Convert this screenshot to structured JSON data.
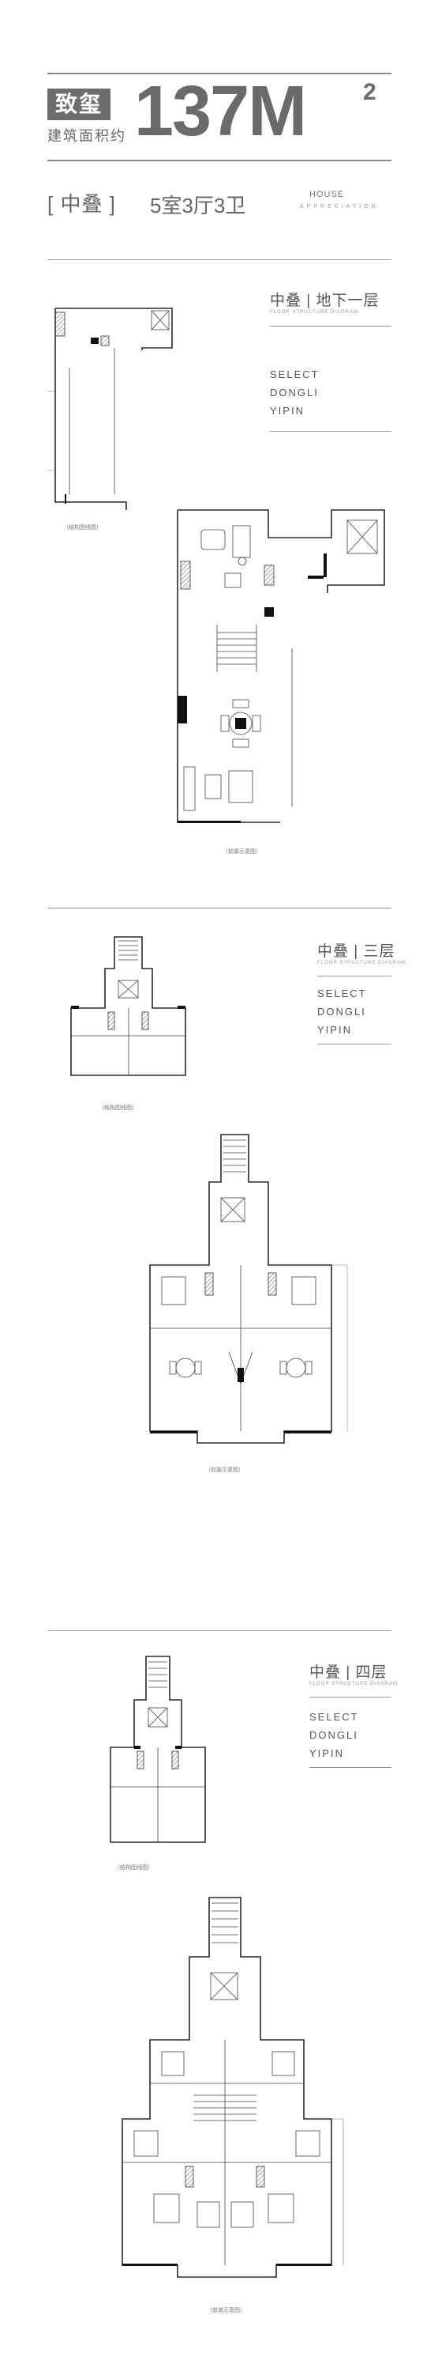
{
  "header": {
    "tag": "致玺",
    "area_label": "建筑面积约",
    "area_value": "137M",
    "area_unit_sup": "2",
    "type_label": "[ 中叠 ]",
    "type_rooms": "5室3厅3卫",
    "house_title": "HOUSE",
    "house_sub": "APPRECIATION"
  },
  "sections": [
    {
      "title": "中叠 | 地下一层",
      "subtitle": "FLOOR STRUCTURE DIAGRAM",
      "select_lines": [
        "SELECT",
        "DONGLI",
        "YIPIN"
      ],
      "caption_structure": "（结构图线图）",
      "caption_furnished": "（软装示意图）"
    },
    {
      "title": "中叠 | 三层",
      "subtitle": "FLOOR STRUCTURE DIAGRAM",
      "select_lines": [
        "SELECT",
        "DONGLI",
        "YIPIN"
      ],
      "caption_structure": "（结构图线图）",
      "caption_furnished": "（软装示意图）"
    },
    {
      "title": "中叠 | 四层",
      "subtitle": "FLOOR STRUCTURE DIAGRAM",
      "select_lines": [
        "SELECT",
        "DONGLI",
        "YIPIN"
      ],
      "caption_structure": "（结构图线图）",
      "caption_furnished": "（软装示意图）"
    }
  ],
  "colors": {
    "accent_gray": "#6d6d6d",
    "text": "#555555",
    "rule": "#9a9a9a"
  }
}
